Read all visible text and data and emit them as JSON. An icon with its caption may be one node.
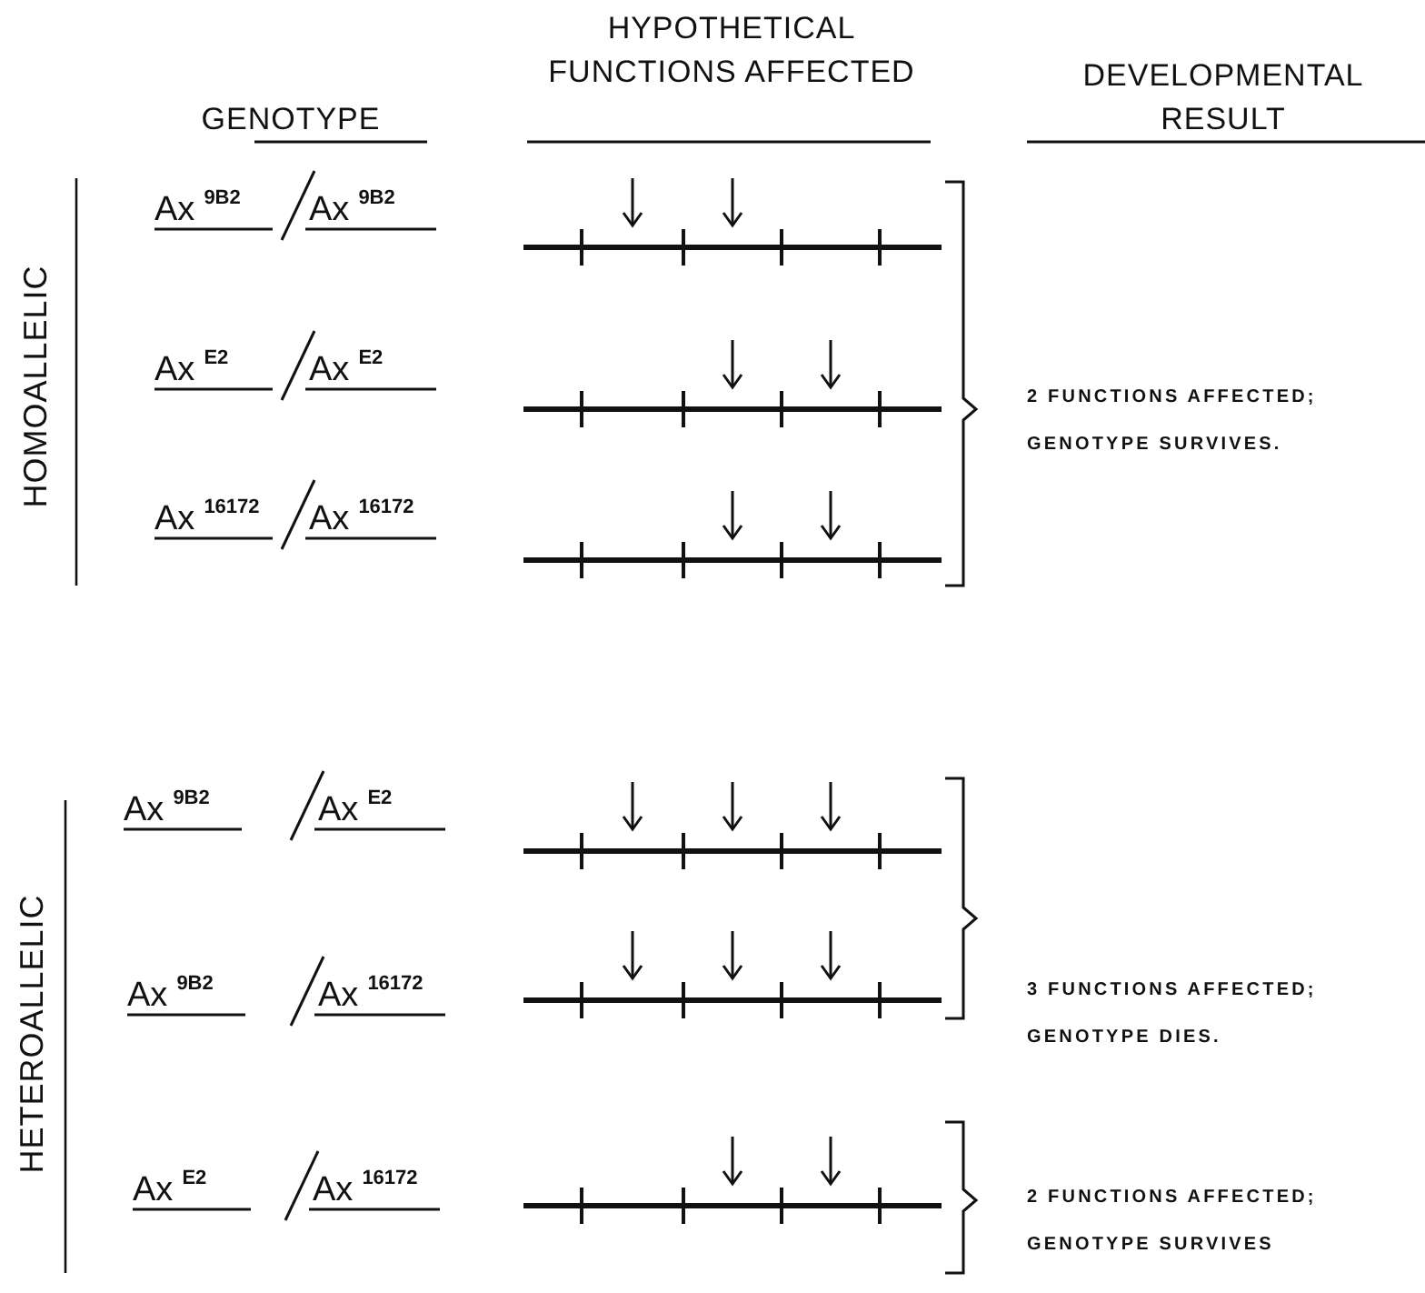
{
  "diagram": {
    "labels": [
      "GENOTYPE",
      "HYPOTHETICAL FUNCTIONS AFFECTED",
      "DEVELOPMENTAL RESULT",
      "HOMOALLELIC",
      "Ax$^{9B2}$",
      "Ax$^{9B2}$",
      "Ax$^{E2}$",
      "Ax$^{E2}$",
      "2 FUNCTIONS AFFECTED; GENOTYPE SURVIVES.",
      "Ax$^{16172}$",
      "Ax$^{16172}$",
      "HETEROALLELIC",
      "Ax$^{9B2}$",
      "Ax$^{E2}$",
      "3 FUNCTIONS AFFECTED; GENOTYPE DIES.",
      "Ax$^{9B2}$",
      "Ax$^{16172}$",
      "Ax$^{E2}$",
      "Ax$^{16172}$",
      "2 FUNCTIONS AFFECTED; GENOTYPE SURVIVES"
    ]
  }
}
